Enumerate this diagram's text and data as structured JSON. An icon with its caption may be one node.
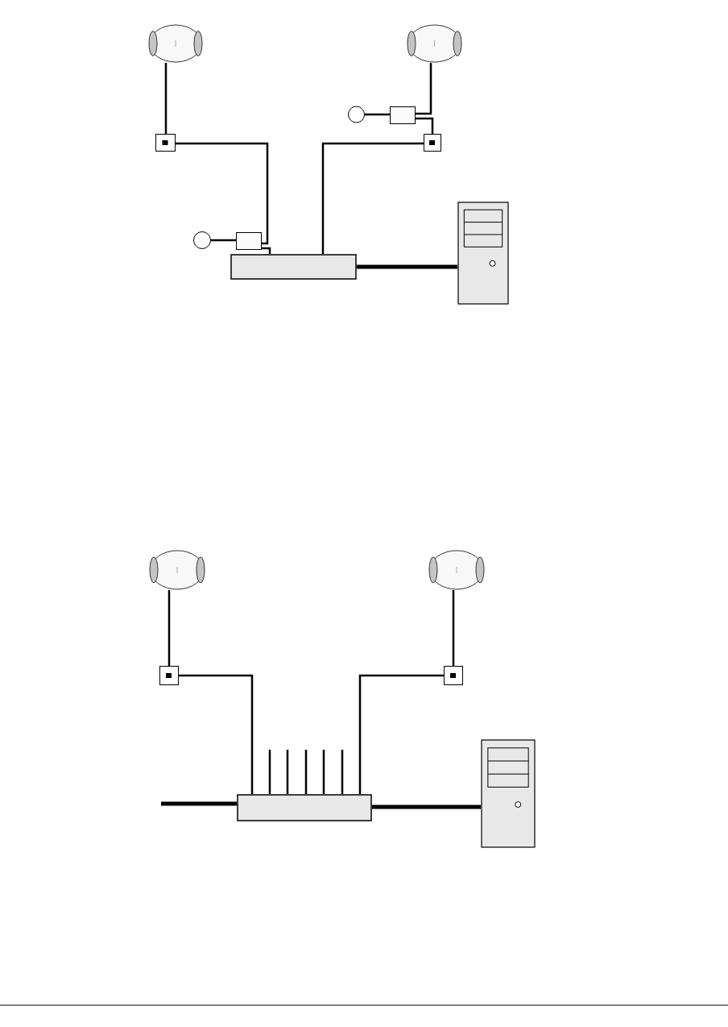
{
  "diagram": {
    "nodes": [
      {
        "text": [],
        "shape": "ellipse"
      },
      {
        "text": [],
        "shape": "ellipse"
      },
      {
        "text": [],
        "shape": "socket"
      },
      {
        "text": [],
        "shape": "circle"
      },
      {
        "text": [],
        "shape": "box"
      },
      {
        "text": [],
        "shape": "bar"
      },
      {
        "text": [],
        "shape": "circle"
      },
      {
        "text": [],
        "shape": "box"
      },
      {
        "text": [],
        "shape": "socket"
      },
      {
        "text": [],
        "shape": "computer"
      },
      {
        "text": [],
        "shape": "ellipse"
      },
      {
        "text": [],
        "shape": "ellipse"
      },
      {
        "text": [],
        "shape": "socket"
      },
      {
        "text": [],
        "shape": "socket"
      },
      {
        "text": [],
        "shape": "bar"
      },
      {
        "text": [],
        "shape": "computer"
      }
    ],
    "edges": [
      {
        "from": 0,
        "to": 2,
        "arrow": "none"
      },
      {
        "from": 2,
        "to": 4,
        "arrow": "none"
      },
      {
        "from": 3,
        "to": 4,
        "arrow": "none"
      },
      {
        "from": 4,
        "to": 5,
        "arrow": "none"
      },
      {
        "from": 1,
        "to": 7,
        "arrow": "none"
      },
      {
        "from": 6,
        "to": 7,
        "arrow": "none"
      },
      {
        "from": 7,
        "to": 8,
        "arrow": "none"
      },
      {
        "from": 8,
        "to": 5,
        "arrow": "none"
      },
      {
        "from": 5,
        "to": 9,
        "arrow": "none",
        "style": "thick"
      },
      {
        "from": 10,
        "to": 12,
        "arrow": "none"
      },
      {
        "from": 12,
        "to": 14,
        "arrow": "none"
      },
      {
        "from": 11,
        "to": 13,
        "arrow": "none"
      },
      {
        "from": 13,
        "to": 14,
        "arrow": "none"
      },
      {
        "from": null,
        "to": 14,
        "arrow": "none",
        "style": "thick"
      },
      {
        "from": null,
        "to": 14,
        "arrow": "none"
      },
      {
        "from": null,
        "to": 14,
        "arrow": "none"
      },
      {
        "from": null,
        "to": 14,
        "arrow": "none"
      },
      {
        "from": null,
        "to": 14,
        "arrow": "none"
      },
      {
        "from": null,
        "to": 14,
        "arrow": "none"
      },
      {
        "from": 14,
        "to": 15,
        "arrow": "none",
        "style": "thick"
      }
    ]
  }
}
